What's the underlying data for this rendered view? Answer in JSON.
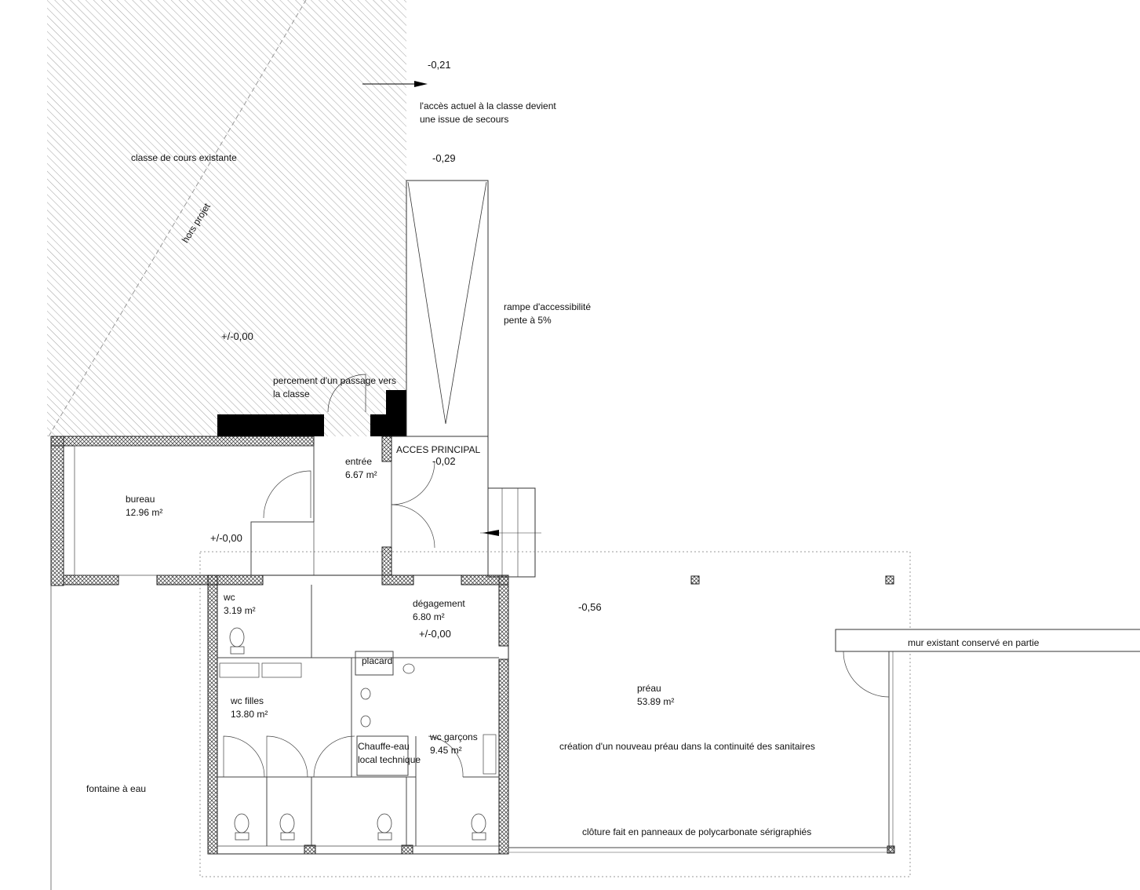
{
  "levels": {
    "top_a": "-0,21",
    "top_b": "-0,29",
    "classe": "+/-0,00",
    "acces": "-0,02",
    "bureau_side": "+/-0,00",
    "degagement": "+/-0,00",
    "preau": "-0,56"
  },
  "notes": {
    "issue_1": "l'accès actuel à la classe devient",
    "issue_2": "une issue de secours",
    "classe": "classe de cours existante",
    "hors_projet": "hors projet",
    "rampe_1": "rampe d'accessibilité",
    "rampe_2": "pente à 5%",
    "percement_1": "percement d'un passage vers",
    "percement_2": "la classe",
    "acces_principal": "ACCES PRINCIPAL",
    "mur": "mur existant conservé en partie",
    "preau_creation": "création d'un nouveau préau dans la continuité des sanitaires",
    "cloture": "clôture fait en panneaux de polycarbonate sérigraphiés",
    "fontaine": "fontaine à eau"
  },
  "rooms": {
    "entree": {
      "name": "entrée",
      "area": "6.67 m²"
    },
    "bureau": {
      "name": "bureau",
      "area": "12.96 m²"
    },
    "wc": {
      "name": "wc",
      "area": "3.19 m²"
    },
    "degagement": {
      "name": "dégagement",
      "area": "6.80 m²"
    },
    "placard": {
      "name": "placard"
    },
    "wc_filles": {
      "name": "wc filles",
      "area": "13.80 m²"
    },
    "chauffe_eau": {
      "name": "Chauffe-eau",
      "sub": "local technique"
    },
    "wc_garcons": {
      "name": "wc garçons",
      "area": "9.45 m²"
    },
    "preau": {
      "name": "préau",
      "area": "53.89 m²"
    }
  }
}
